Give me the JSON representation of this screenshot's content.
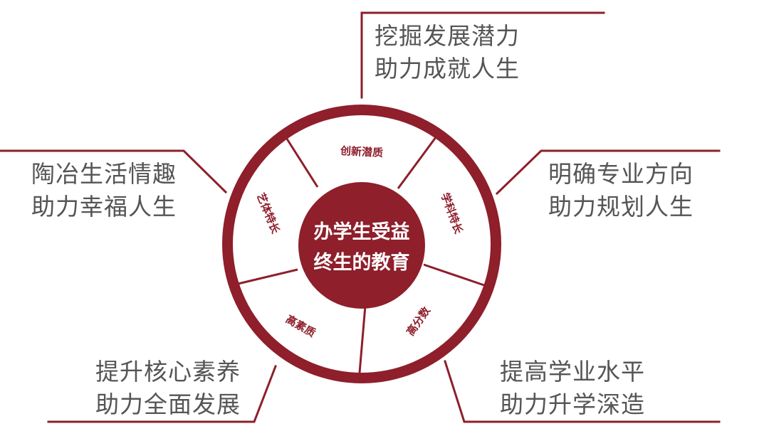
{
  "center": {
    "line1": "办学生受益",
    "line2": "终生的教育"
  },
  "segments": [
    {
      "label": "创新潜质"
    },
    {
      "label": "学科特长"
    },
    {
      "label": "高分数"
    },
    {
      "label": "高素质"
    },
    {
      "label": "艺体特长"
    }
  ],
  "captions": {
    "top": {
      "line1": "挖掘发展潜力",
      "line2": "助力成就人生"
    },
    "right": {
      "line1": "明确专业方向",
      "line2": "助力规划人生"
    },
    "bottom_right": {
      "line1": "提高学业水平",
      "line2": "助力升学深造"
    },
    "bottom_left": {
      "line1": "提升核心素养",
      "line2": "助力全面发展"
    },
    "left": {
      "line1": "陶冶生活情趣",
      "line2": "助力幸福人生"
    }
  },
  "colors": {
    "accent": "#8e1f2b",
    "caption_text": "#555555",
    "background": "#ffffff"
  }
}
